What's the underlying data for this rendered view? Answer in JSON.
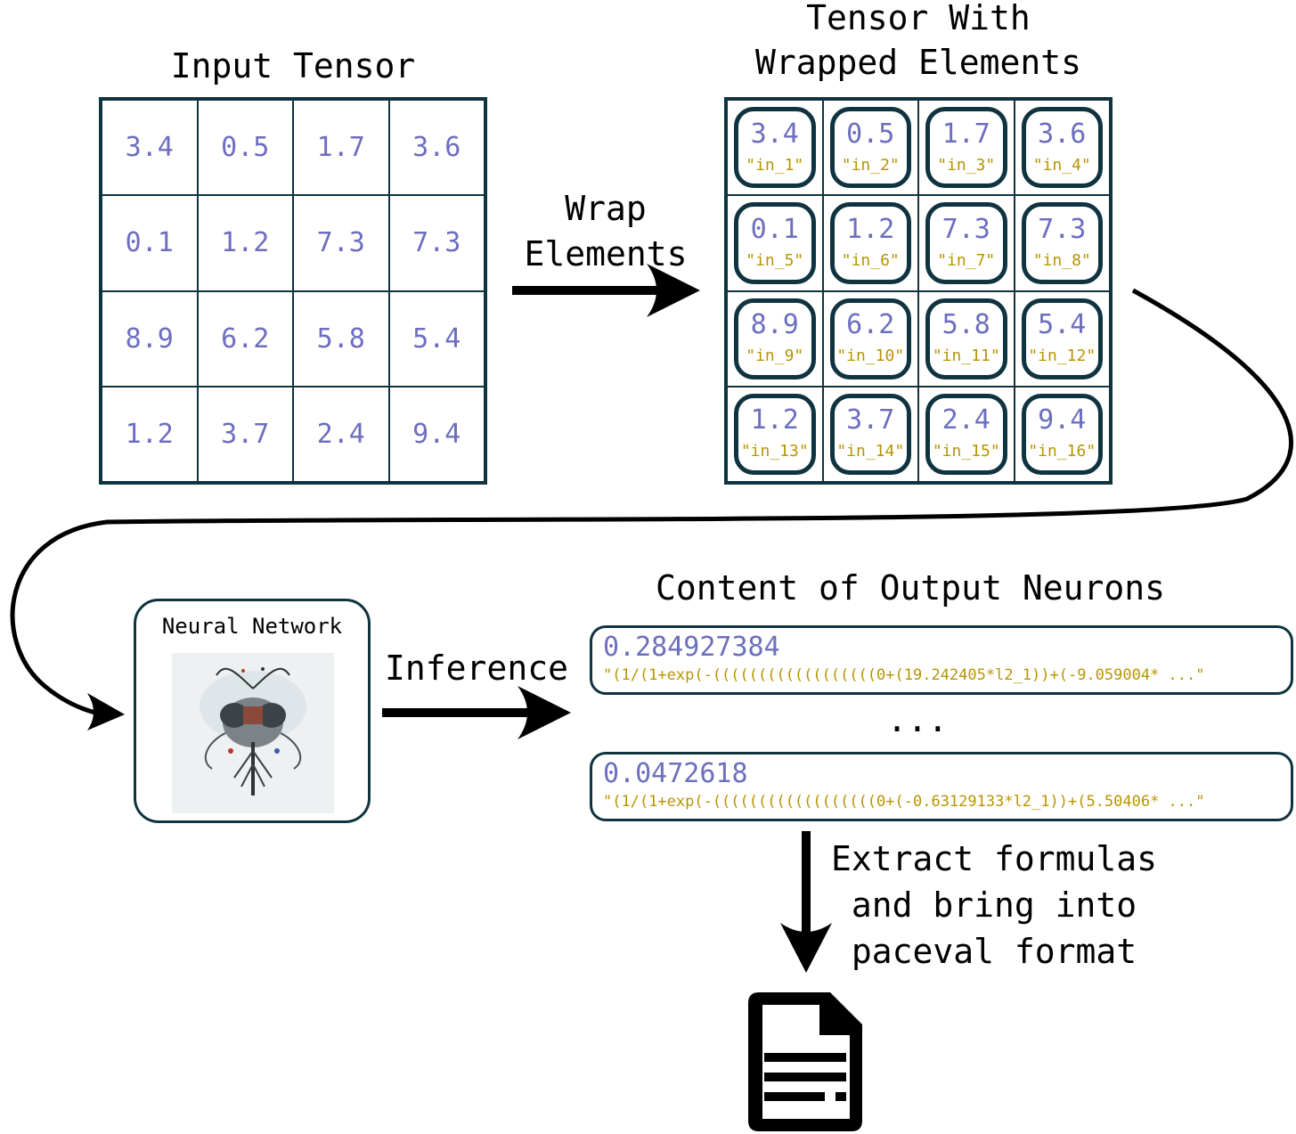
{
  "input_tensor": {
    "title": "Input Tensor",
    "values": [
      [
        "3.4",
        "0.5",
        "1.7",
        "3.6"
      ],
      [
        "0.1",
        "1.2",
        "7.3",
        "7.3"
      ],
      [
        "8.9",
        "6.2",
        "5.8",
        "5.4"
      ],
      [
        "1.2",
        "3.7",
        "2.4",
        "9.4"
      ]
    ]
  },
  "wrap_step": {
    "label_line1": "Wrap",
    "label_line2": "Elements"
  },
  "wrapped_tensor": {
    "title_line1": "Tensor With",
    "title_line2": "Wrapped Elements",
    "values": [
      [
        "3.4",
        "0.5",
        "1.7",
        "3.6"
      ],
      [
        "0.1",
        "1.2",
        "7.3",
        "7.3"
      ],
      [
        "8.9",
        "6.2",
        "5.8",
        "5.4"
      ],
      [
        "1.2",
        "3.7",
        "2.4",
        "9.4"
      ]
    ],
    "names": [
      [
        "\"in_1\"",
        "\"in_2\"",
        "\"in_3\"",
        "\"in_4\""
      ],
      [
        "\"in_5\"",
        "\"in_6\"",
        "\"in_7\"",
        "\"in_8\""
      ],
      [
        "\"in_9\"",
        "\"in_10\"",
        "\"in_11\"",
        "\"in_12\""
      ],
      [
        "\"in_13\"",
        "\"in_14\"",
        "\"in_15\"",
        "\"in_16\""
      ]
    ]
  },
  "neural_network": {
    "title": "Neural Network"
  },
  "inference_step": {
    "label": "Inference"
  },
  "output_neurons": {
    "title": "Content of Output Neurons",
    "first": {
      "value": "0.284927384",
      "formula": "\"(1/(1+exp(-((((((((((((((((((0+(19.242405*l2_1))+(-9.059004* ...\""
    },
    "ellipsis": "...",
    "last": {
      "value": "0.0472618",
      "formula": "\"(1/(1+exp(-((((((((((((((((((0+(-0.63129133*l2_1))+(5.50406* ...\""
    }
  },
  "extract_step": {
    "line1": "Extract formulas",
    "line2": "and bring into",
    "line3": "paceval format"
  },
  "colors": {
    "border": "#0f333f",
    "value": "#6c6fbd",
    "name": "#b89400"
  },
  "icons": [
    "arrow-right-icon",
    "document-icon"
  ]
}
